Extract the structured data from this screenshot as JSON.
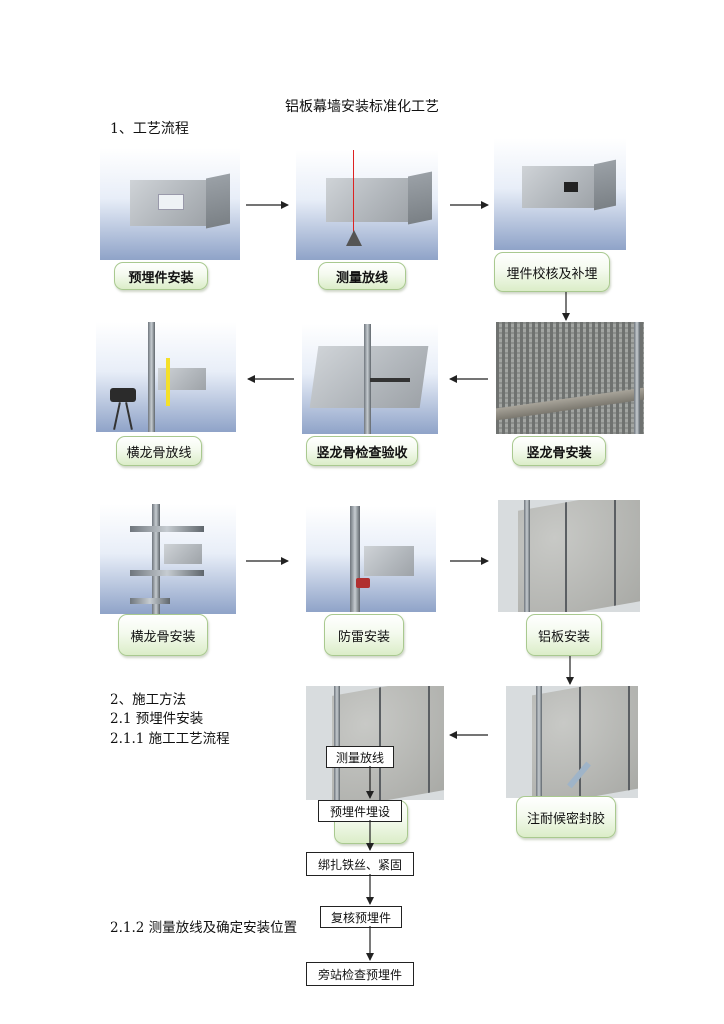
{
  "document": {
    "title": "铝板幕墙安装标准化工艺",
    "section1": "1、工艺流程",
    "section2": "2、施工方法",
    "section2_1": "2.1 预埋件安装",
    "section2_1_1": "2.1.1 施工工艺流程",
    "section2_1_2": "2.1.2 测量放线及确定安装位置"
  },
  "steps": [
    {
      "label": "预埋件安装"
    },
    {
      "label": "测量放线"
    },
    {
      "label": "埋件校核及补埋"
    },
    {
      "label": "竖龙骨安装"
    },
    {
      "label": "竖龙骨检查验收"
    },
    {
      "label": "横龙骨放线"
    },
    {
      "label": "横龙骨安装"
    },
    {
      "label": "防雷安装"
    },
    {
      "label": "铝板安装"
    },
    {
      "label": "注耐候密封胶"
    }
  ],
  "flow": [
    {
      "label": "测量放线"
    },
    {
      "label": "预埋件埋设"
    },
    {
      "label": "绑扎铁丝、紧固"
    },
    {
      "label": "复核预埋件"
    },
    {
      "label": "旁站检查预埋件"
    }
  ],
  "colors": {
    "pill_border": "#a9c98f",
    "pill_fill": "#dbedc8",
    "arrow": "#222222"
  }
}
